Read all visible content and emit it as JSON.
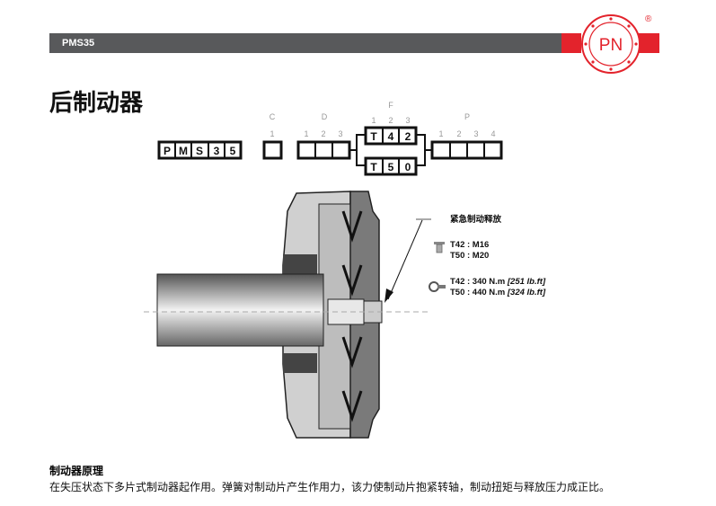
{
  "header": {
    "label": "PMS35",
    "logo_text": "PN",
    "logo_reg": "®",
    "brand_color": "#e3232c",
    "bar_color": "#58595b"
  },
  "title": "后制动器",
  "code": {
    "base": [
      "P",
      "M",
      "S",
      "3",
      "5"
    ],
    "groups": [
      {
        "letter": "C",
        "positions": [
          "1"
        ]
      },
      {
        "letter": "D",
        "positions": [
          "1",
          "2",
          "3"
        ]
      },
      {
        "letter": "F",
        "positions": [
          "1",
          "2",
          "3"
        ],
        "options": [
          [
            "T",
            "4",
            "2"
          ],
          [
            "T",
            "5",
            "0"
          ]
        ]
      },
      {
        "letter": "P",
        "positions": [
          "1",
          "2",
          "3",
          "4"
        ]
      }
    ]
  },
  "callout": {
    "title": "紧急制动释放",
    "bolt_icon": "bolt-icon",
    "bolt_lines": [
      "T42 : M16",
      "T50 : M20"
    ],
    "wrench_icon": "wrench-icon",
    "torque": [
      {
        "text": "T42 : 340 N.m ",
        "imperial": "[251 lb.ft]"
      },
      {
        "text": "T50 : 440 N.m ",
        "imperial": "[324 lb.ft]"
      }
    ]
  },
  "principle": {
    "heading": "制动器原理",
    "text": "在失压状态下多片式制动器起作用。弹簧对制动片产生作用力，该力使制动片抱紧转轴，制动扭矩与释放压力成正比。"
  }
}
